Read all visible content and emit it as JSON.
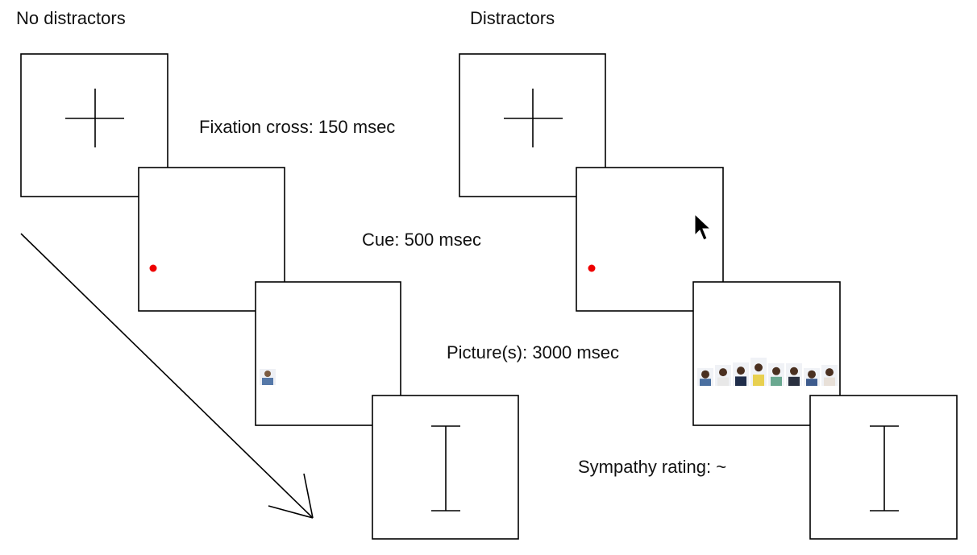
{
  "headings": {
    "left": "No distractors",
    "right": "Distractors"
  },
  "steps": {
    "fixation": "Fixation cross: 150 msec",
    "cue": "Cue: 500 msec",
    "pictures": "Picture(s): 3000 msec",
    "rating": "Sympathy rating: ~"
  },
  "colors": {
    "cue_dot": "#ee0000"
  },
  "distractor_picture_count": 8
}
